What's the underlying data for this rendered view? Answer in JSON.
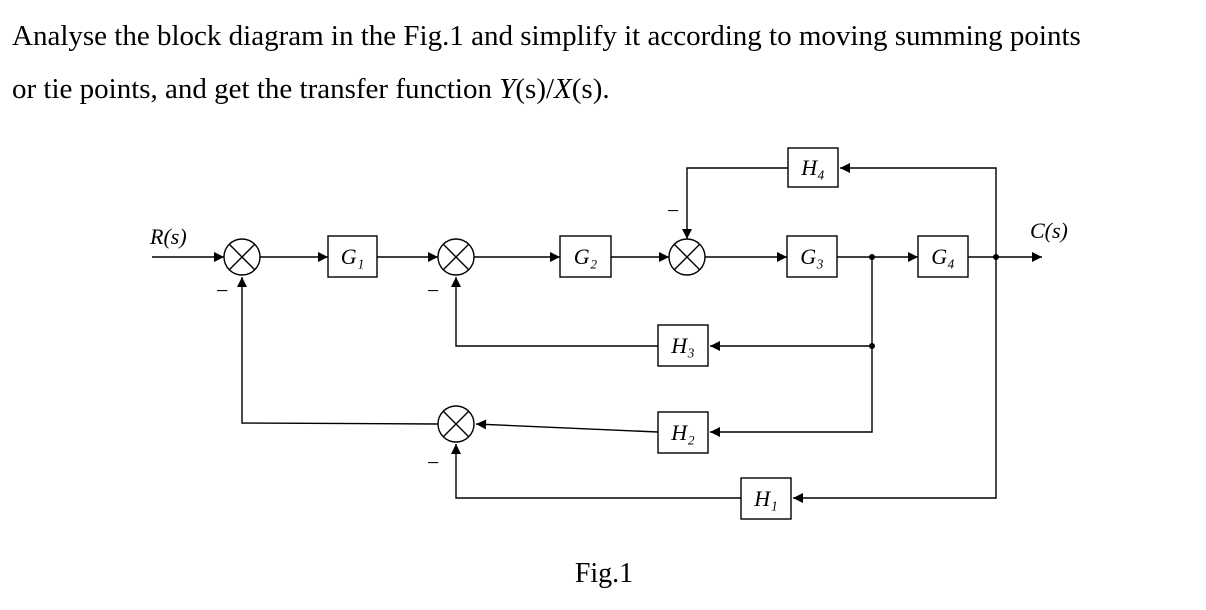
{
  "question": {
    "line1": "Analyse the block diagram in the Fig.1 and simplify it according to moving summing points",
    "line2_prefix": "or tie points, and get the transfer function ",
    "line2_formula_y": "Y",
    "line2_formula_mid": "(s)/",
    "line2_formula_x": "X",
    "line2_formula_end": "(s)."
  },
  "diagram": {
    "input_label": "R(s)",
    "output_label": "C(s)",
    "caption": "Fig.1",
    "minus_sign": "−",
    "blocks": {
      "G1": "G₁",
      "G2": "G₂",
      "G3": "G₃",
      "G4": "G₄",
      "H1": "H₁",
      "H2": "H₂",
      "H3": "H₃",
      "H4": "H₄"
    }
  }
}
